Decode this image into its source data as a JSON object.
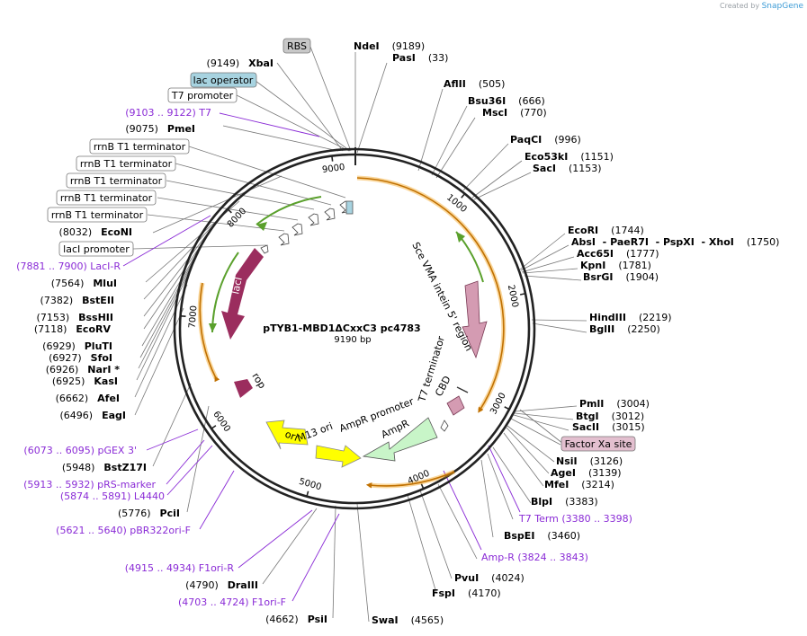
{
  "credit": {
    "prefix": "Created by",
    "brand": "SnapGene"
  },
  "plasmid": {
    "name": "pTYB1-MBD1ΔCxxC3 pc4783",
    "size": "9190 bp",
    "length": 9190
  },
  "ticks": [
    "1000",
    "2000",
    "3000",
    "4000",
    "5000",
    "6000",
    "7000",
    "8000",
    "9000"
  ],
  "enzymes_right": [
    {
      "name": "NdeI",
      "pos": "(9189)",
      "site": 9189
    },
    {
      "name": "PasI",
      "pos": "(33)",
      "site": 33
    },
    {
      "name": "AflII",
      "pos": "(505)",
      "site": 505
    },
    {
      "name": "Bsu36I",
      "pos": "(666)",
      "site": 666
    },
    {
      "name": "MscI",
      "pos": "(770)",
      "site": 770
    },
    {
      "name": "PaqCI",
      "pos": "(996)",
      "site": 996
    },
    {
      "name": "Eco53kI",
      "pos": "(1151)",
      "site": 1151
    },
    {
      "name": "SacI",
      "pos": "(1153)",
      "site": 1153
    },
    {
      "name": "EcoRI",
      "pos": "(1744)",
      "site": 1744
    },
    {
      "name": "AbsI  - PaeR7I  - PspXI  - XhoI",
      "pos": "(1750)",
      "site": 1750
    },
    {
      "name": "Acc65I",
      "pos": "(1777)",
      "site": 1777
    },
    {
      "name": "KpnI",
      "pos": "(1781)",
      "site": 1781
    },
    {
      "name": "BsrGI",
      "pos": "(1904)",
      "site": 1904
    },
    {
      "name": "HindIII",
      "pos": "(2219)",
      "site": 2219
    },
    {
      "name": "BglII",
      "pos": "(2250)",
      "site": 2250
    },
    {
      "name": "PmlI",
      "pos": "(3004)",
      "site": 3004
    },
    {
      "name": "BtgI",
      "pos": "(3012)",
      "site": 3012
    },
    {
      "name": "SacII",
      "pos": "(3015)",
      "site": 3015
    },
    {
      "name": "NsiI",
      "pos": "(3126)",
      "site": 3126
    },
    {
      "name": "AgeI",
      "pos": "(3139)",
      "site": 3139
    },
    {
      "name": "MfeI",
      "pos": "(3214)",
      "site": 3214
    },
    {
      "name": "BlpI",
      "pos": "(3383)",
      "site": 3383
    },
    {
      "name": "BspEI",
      "pos": "(3460)",
      "site": 3460
    },
    {
      "name": "PvuI",
      "pos": "(4024)",
      "site": 4024
    },
    {
      "name": "FspI",
      "pos": "(4170)",
      "site": 4170
    },
    {
      "name": "SwaI",
      "pos": "(4565)",
      "site": 4565
    }
  ],
  "enzymes_left": [
    {
      "name": "XbaI",
      "pos": "(9149)",
      "site": 9149
    },
    {
      "name": "PmeI",
      "pos": "(9075)",
      "site": 9075
    },
    {
      "name": "EcoNI",
      "pos": "(8032)",
      "site": 8032
    },
    {
      "name": "MluI",
      "pos": "(7564)",
      "site": 7564
    },
    {
      "name": "BstEII",
      "pos": "(7382)",
      "site": 7382
    },
    {
      "name": "BssHII",
      "pos": "(7153)",
      "site": 7153
    },
    {
      "name": "EcoRV",
      "pos": "(7118)",
      "site": 7118
    },
    {
      "name": "PluTI",
      "pos": "(6929)",
      "site": 6929
    },
    {
      "name": "SfoI",
      "pos": "(6927)",
      "site": 6927
    },
    {
      "name": "NarI *",
      "pos": "(6926)",
      "site": 6926
    },
    {
      "name": "KasI",
      "pos": "(6925)",
      "site": 6925
    },
    {
      "name": "AfeI",
      "pos": "(6662)",
      "site": 6662
    },
    {
      "name": "EagI",
      "pos": "(6496)",
      "site": 6496
    },
    {
      "name": "BstZ17I",
      "pos": "(5948)",
      "site": 5948
    },
    {
      "name": "PciI",
      "pos": "(5776)",
      "site": 5776
    },
    {
      "name": "DraIII",
      "pos": "(4790)",
      "site": 4790
    },
    {
      "name": "PsiI",
      "pos": "(4662)",
      "site": 4662
    }
  ],
  "primers": [
    {
      "label": "(9103 .. 9122)  T7"
    },
    {
      "label": "(7881 .. 7900)  LacI-R"
    },
    {
      "label": "(6073 .. 6095)  pGEX 3'"
    },
    {
      "label": "(5913 .. 5932)  pRS-marker"
    },
    {
      "label": "(5874 .. 5891)  L4440"
    },
    {
      "label": "(5621 .. 5640)  pBR322ori-F"
    },
    {
      "label": "(4915 .. 4934)  F1ori-R"
    },
    {
      "label": "(4703 .. 4724)  F1ori-F"
    },
    {
      "label": "T7 Term   (3380 .. 3398)"
    },
    {
      "label": "Amp-R   (3824 .. 3843)"
    }
  ],
  "feature_boxes": [
    {
      "label": "RBS",
      "fill": "#c8c8c8"
    },
    {
      "label": "lac operator",
      "fill": "#a7d3e0"
    },
    {
      "label": "T7 promoter",
      "fill": "#ffffff"
    },
    {
      "label": "rrnB T1 terminator",
      "fill": "#ffffff"
    },
    {
      "label": "rrnB T1 terminator",
      "fill": "#ffffff"
    },
    {
      "label": "rrnB T1 terminator",
      "fill": "#ffffff"
    },
    {
      "label": "rrnB T1 terminator",
      "fill": "#ffffff"
    },
    {
      "label": "rrnB T1 terminator",
      "fill": "#ffffff"
    },
    {
      "label": "lacI promoter",
      "fill": "#ffffff"
    },
    {
      "label": "Factor Xa site",
      "fill": "#e3bfcf"
    }
  ],
  "inner_features": [
    {
      "label": "Sce VMA intein 5' region"
    },
    {
      "label": "T7 terminator"
    },
    {
      "label": "CBD"
    },
    {
      "label": "AmpR promoter"
    },
    {
      "label": "AmpR"
    },
    {
      "label": "M13 ori"
    },
    {
      "label": "lacI"
    },
    {
      "label": "rop"
    },
    {
      "label": "ori"
    }
  ],
  "colors": {
    "orf_orange": "#f5a623",
    "green": "#5aa02c",
    "lacI": "#9b2d5e",
    "intein": "#d49bb2",
    "ori": "#ffff00",
    "ampR": "#c8f5c8",
    "primer": "#8a2bd6",
    "backbone": "#222222"
  }
}
